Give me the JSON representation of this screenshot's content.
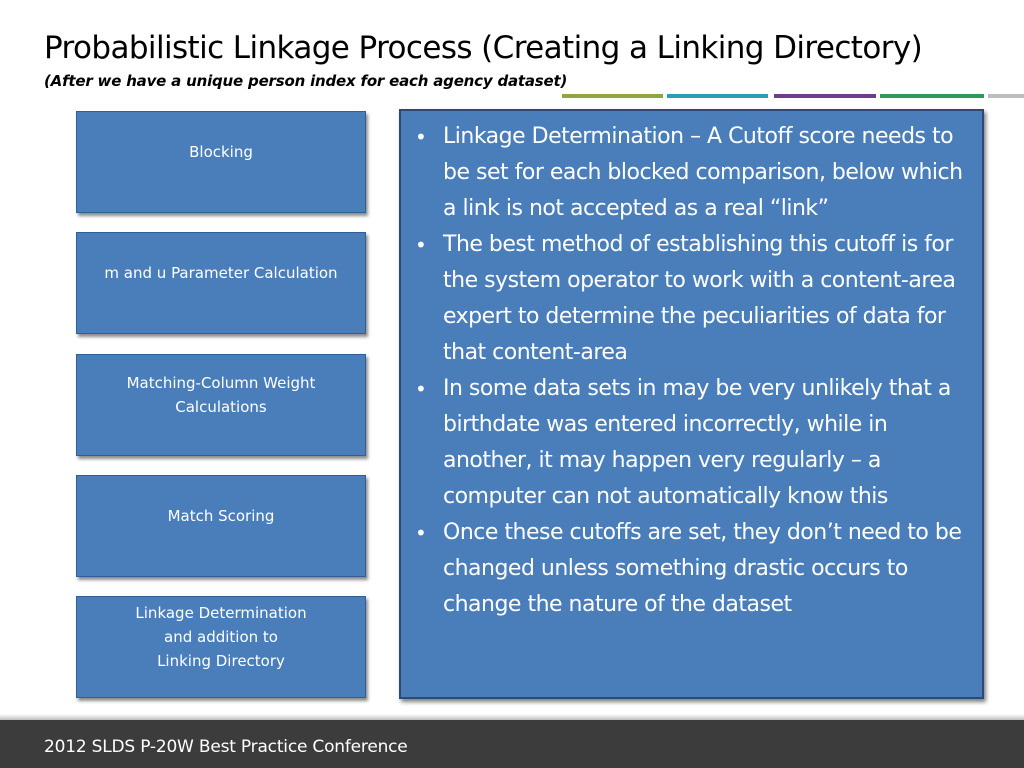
{
  "slide": {
    "title": "Probabilistic Linkage Process (Creating a Linking Directory)",
    "subtitle": "(After we have a unique person index for each agency dataset)"
  },
  "colors": {
    "box_fill": "#4a7ebb",
    "rule_bars": [
      "#8ea640",
      "#2a9db5",
      "#6a3d8f",
      "#2b9a5a",
      "#bdbdbd"
    ],
    "footer_bg": "#3c3c3c"
  },
  "steps": [
    {
      "label": "Blocking"
    },
    {
      "label": "m and u Parameter Calculation"
    },
    {
      "label": "Matching-Column Weight\nCalculations"
    },
    {
      "label": "Match Scoring"
    },
    {
      "label": "Linkage Determination\nand addition to\nLinking Directory"
    }
  ],
  "bullets": [
    "Linkage Determination – A Cutoff score needs to be set for each blocked comparison, below which a link is not accepted as a real “link”",
    "The best method of establishing this cutoff is for the system operator to work with a content-area expert to determine the peculiarities of data for that content-area",
    "In some data sets in may be very unlikely that a birthdate was entered incorrectly, while in another, it may happen very regularly – a computer can not automatically know this",
    "Once these cutoffs are set, they don’t need to be changed unless something drastic occurs to change the nature of the dataset"
  ],
  "footer": {
    "text": "2012 SLDS P-20W Best Practice Conference"
  }
}
